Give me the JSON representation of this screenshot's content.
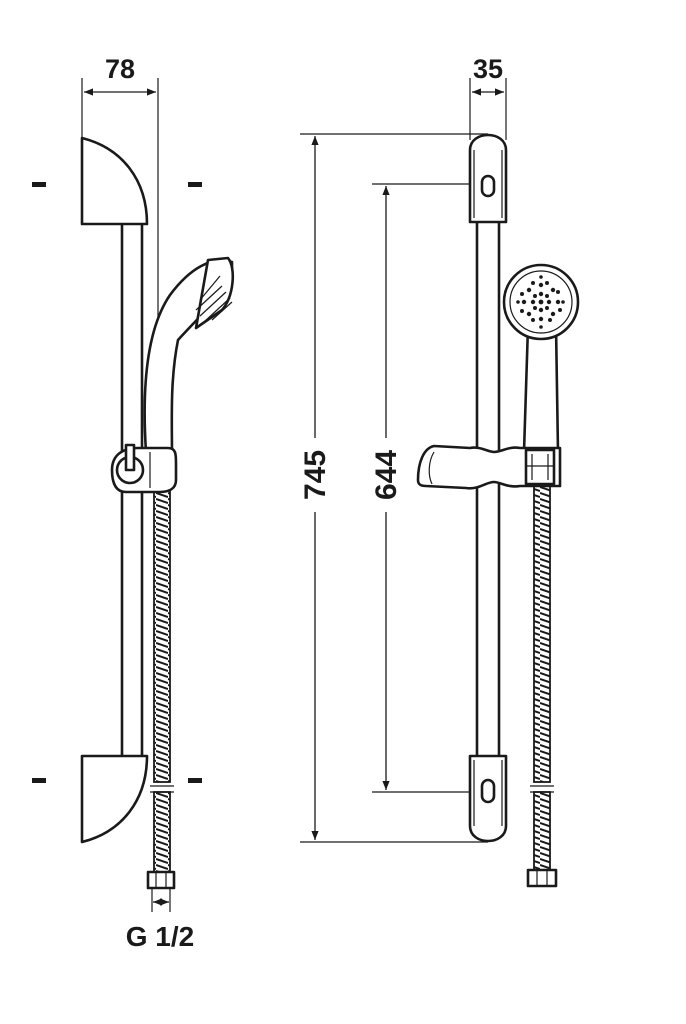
{
  "dimensions": {
    "side_width": "78",
    "front_width": "35",
    "total_height": "745",
    "mount_distance": "644",
    "thread": "G 1/2"
  },
  "colors": {
    "line": "#1a1a1a",
    "background": "#ffffff"
  }
}
